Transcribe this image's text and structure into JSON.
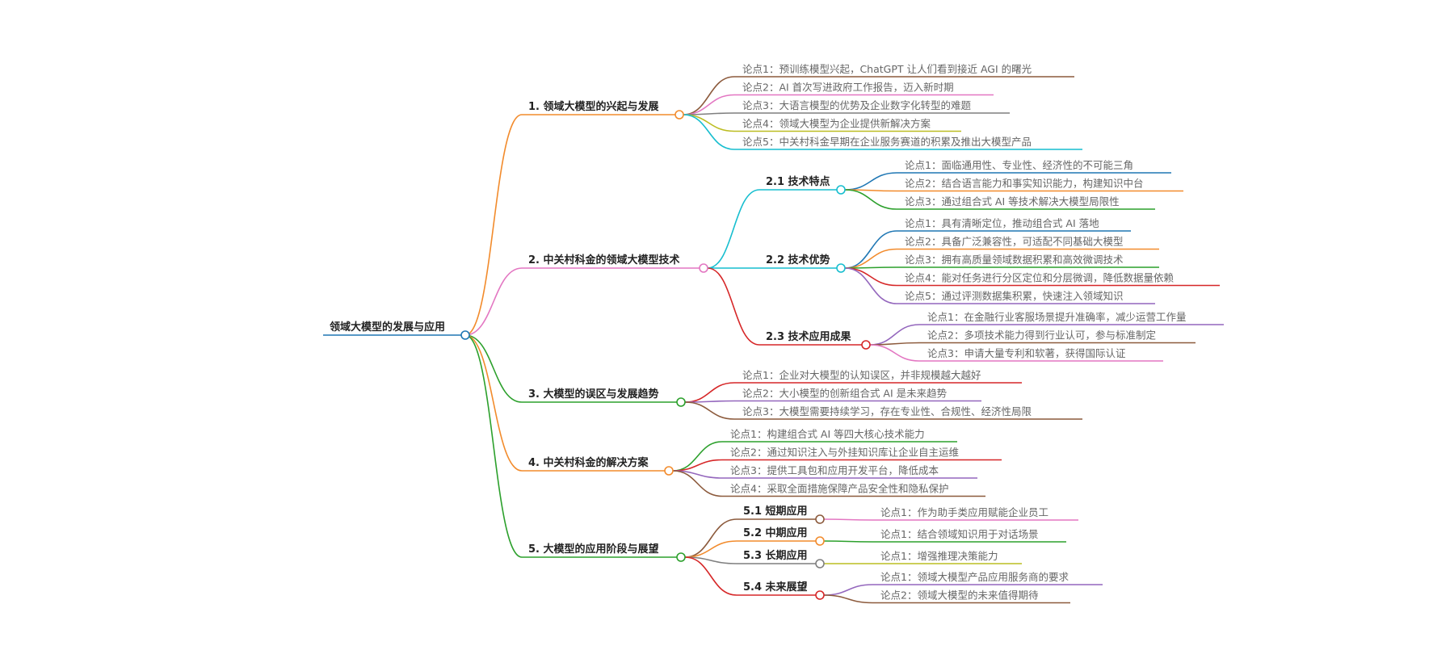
{
  "root": {
    "label": "领域大模型的发展与应用",
    "color": "#1f77b4"
  },
  "branches": [
    {
      "label": "1. 领域大模型的兴起与发展",
      "color": "#f28b2c",
      "leaves": [
        {
          "label": "论点1：预训练模型兴起，ChatGPT 让人们看到接近 AGI 的曙光",
          "color": "#8c5a3c"
        },
        {
          "label": "论点2：AI 首次写进政府工作报告，迈入新时期",
          "color": "#e377c2"
        },
        {
          "label": "论点3：大语言模型的优势及企业数字化转型的难题",
          "color": "#7f7f7f"
        },
        {
          "label": "论点4：领域大模型为企业提供新解决方案",
          "color": "#bcbd22"
        },
        {
          "label": "论点5：中关村科金早期在企业服务赛道的积累及推出大模型产品",
          "color": "#17becf"
        }
      ]
    },
    {
      "label": "2. 中关村科金的领域大模型技术",
      "color": "#e377c2",
      "children": [
        {
          "label": "2.1 技术特点",
          "color": "#17becf",
          "leaves": [
            {
              "label": "论点1：面临通用性、专业性、经济性的不可能三角",
              "color": "#1f77b4"
            },
            {
              "label": "论点2：结合语言能力和事实知识能力，构建知识中台",
              "color": "#f28b2c"
            },
            {
              "label": "论点3：通过组合式 AI 等技术解决大模型局限性",
              "color": "#2ca02c"
            }
          ]
        },
        {
          "label": "2.2 技术优势",
          "color": "#17becf",
          "leaves": [
            {
              "label": "论点1：具有清晰定位，推动组合式 AI 落地",
              "color": "#1f77b4"
            },
            {
              "label": "论点2：具备广泛兼容性，可适配不同基础大模型",
              "color": "#f28b2c"
            },
            {
              "label": "论点3：拥有高质量领域数据积累和高效微调技术",
              "color": "#2ca02c"
            },
            {
              "label": "论点4：能对任务进行分区定位和分层微调，降低数据量依赖",
              "color": "#d62728"
            },
            {
              "label": "论点5：通过评测数据集积累，快速注入领域知识",
              "color": "#9467bd"
            }
          ]
        },
        {
          "label": "2.3 技术应用成果",
          "color": "#d62728",
          "leaves": [
            {
              "label": "论点1：在金融行业客服场景提升准确率，减少运营工作量",
              "color": "#9467bd"
            },
            {
              "label": "论点2：多项技术能力得到行业认可，参与标准制定",
              "color": "#8c5a3c"
            },
            {
              "label": "论点3：申请大量专利和软著，获得国际认证",
              "color": "#e377c2"
            }
          ]
        }
      ]
    },
    {
      "label": "3. 大模型的误区与发展趋势",
      "color": "#2ca02c",
      "leaves": [
        {
          "label": "论点1：企业对大模型的认知误区，并非规模越大越好",
          "color": "#d62728"
        },
        {
          "label": "论点2：大小模型的创新组合式 AI 是未来趋势",
          "color": "#9467bd"
        },
        {
          "label": "论点3：大模型需要持续学习，存在专业性、合规性、经济性局限",
          "color": "#8c5a3c"
        }
      ]
    },
    {
      "label": "4. 中关村科金的解决方案",
      "color": "#f28b2c",
      "leaves": [
        {
          "label": "论点1：构建组合式 AI 等四大核心技术能力",
          "color": "#2ca02c"
        },
        {
          "label": "论点2：通过知识注入与外挂知识库让企业自主运维",
          "color": "#d62728"
        },
        {
          "label": "论点3：提供工具包和应用开发平台，降低成本",
          "color": "#9467bd"
        },
        {
          "label": "论点4：采取全面措施保障产品安全性和隐私保护",
          "color": "#8c5a3c"
        }
      ]
    },
    {
      "label": "5. 大模型的应用阶段与展望",
      "color": "#2ca02c",
      "children": [
        {
          "label": "5.1 短期应用",
          "color": "#8c5a3c",
          "leaves": [
            {
              "label": "论点1：作为助手类应用赋能企业员工",
              "color": "#e377c2"
            }
          ]
        },
        {
          "label": "5.2 中期应用",
          "color": "#f28b2c",
          "leaves": [
            {
              "label": "论点1：结合领域知识用于对话场景",
              "color": "#2ca02c"
            }
          ]
        },
        {
          "label": "5.3 长期应用",
          "color": "#7f7f7f",
          "leaves": [
            {
              "label": "论点1：增强推理决策能力",
              "color": "#bcbd22"
            }
          ]
        },
        {
          "label": "5.4 未来展望",
          "color": "#d62728",
          "leaves": [
            {
              "label": "论点1：领域大模型产品应用服务商的要求",
              "color": "#9467bd"
            },
            {
              "label": "论点2：领域大模型的未来值得期待",
              "color": "#8c5a3c"
            }
          ]
        }
      ]
    }
  ]
}
